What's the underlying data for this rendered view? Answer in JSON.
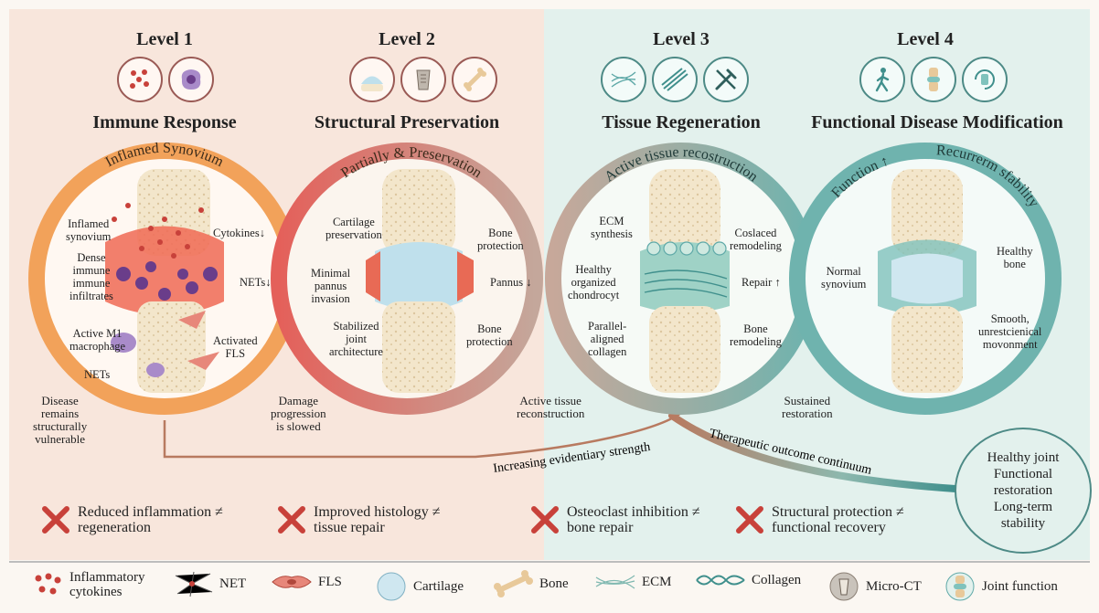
{
  "levels": [
    {
      "level": "Level 1",
      "title": "Immune Response",
      "ring_label": "Inflamed Synovium"
    },
    {
      "level": "Level 2",
      "title": "Structural Preservation",
      "ring_label": "Partially & Preservation"
    },
    {
      "level": "Level 3",
      "title": "Tissue Regeneration",
      "ring_label": "Active tissue recostruction"
    },
    {
      "level": "Level 4",
      "title": "Functional Disease Modification",
      "ring_label_a": "Function ↑",
      "ring_label_b": "Recurrerm sfability"
    }
  ],
  "l1_labels": {
    "inflamed_synovium": "Inflamed\nsynovium",
    "dense": "Dense\nimmune\nimmune\ninfiltrates",
    "m1": "Active M1\nmacrophage",
    "nets": "NETs",
    "cytokines": "Cytokines↓",
    "nets_down": "NETs↓",
    "fls": "Activated\nFLS"
  },
  "l2_labels": {
    "cartilage": "Cartilage\npreservation",
    "pannus_min": "Minimal\npannus\ninvasion",
    "stabilized": "Stabilized\njoint\narchitecture",
    "bone_top": "Bone\nprotection",
    "pannus": "Pannus ↓",
    "bone_bottom": "Bone\nprotection"
  },
  "l3_labels": {
    "ecm": "ECM\nsynthesis",
    "chondro": "Healthy\norganized\nchondrocyt",
    "collagen": "Parallel-\naligned\ncollagen",
    "coslaced": "Coslaced\nremodeling",
    "repair": "Repair ↑",
    "bone_remodel": "Bone\nremodeling"
  },
  "l4_labels": {
    "normal": "Normal\nsynovium",
    "healthy_bone": "Healthy\nbone",
    "smooth": "Smooth,\nunrestcienical\nmovonment"
  },
  "bottom_notes": {
    "disease": "Disease\nremains\nstructurally\nvulnerable",
    "damage": "Damage\nprogression\nis slowed",
    "active": "Active tissue\nreconstruction",
    "sustained": "Sustained\nrestoration",
    "evidence": "Increasing evidentiary strength",
    "continuum": "Therapeutic outcome continuum"
  },
  "outcome": [
    "Healthy joint",
    "Functional",
    "restoration",
    "Long-term",
    "stability"
  ],
  "caveats": [
    "Reduced inflammation ≠\nregeneration",
    "Improved histology ≠\ntissue repair",
    "Osteoclast inhibition ≠\nbone repair",
    "Structural protection ≠\nfunctional recovery"
  ],
  "legend": [
    {
      "label": "Inflammatory\ncytokines",
      "icon": "cytokine-icon"
    },
    {
      "label": "NET",
      "icon": "net-icon"
    },
    {
      "label": "FLS",
      "icon": "fls-icon"
    },
    {
      "label": "Cartilage",
      "icon": "cartilage-icon"
    },
    {
      "label": "Bone",
      "icon": "bone-icon"
    },
    {
      "label": "ECM",
      "icon": "ecm-icon"
    },
    {
      "label": "Collagen",
      "icon": "collagen-icon"
    },
    {
      "label": "Micro-CT",
      "icon": "micro-ct-icon"
    },
    {
      "label": "Joint function",
      "icon": "joint-function-icon"
    }
  ],
  "colors": {
    "orange": "#f0a25a",
    "coral": "#e46e5c",
    "taupe": "#c0a79a",
    "teal": "#5fa9a8",
    "red_x": "#c8413a"
  }
}
